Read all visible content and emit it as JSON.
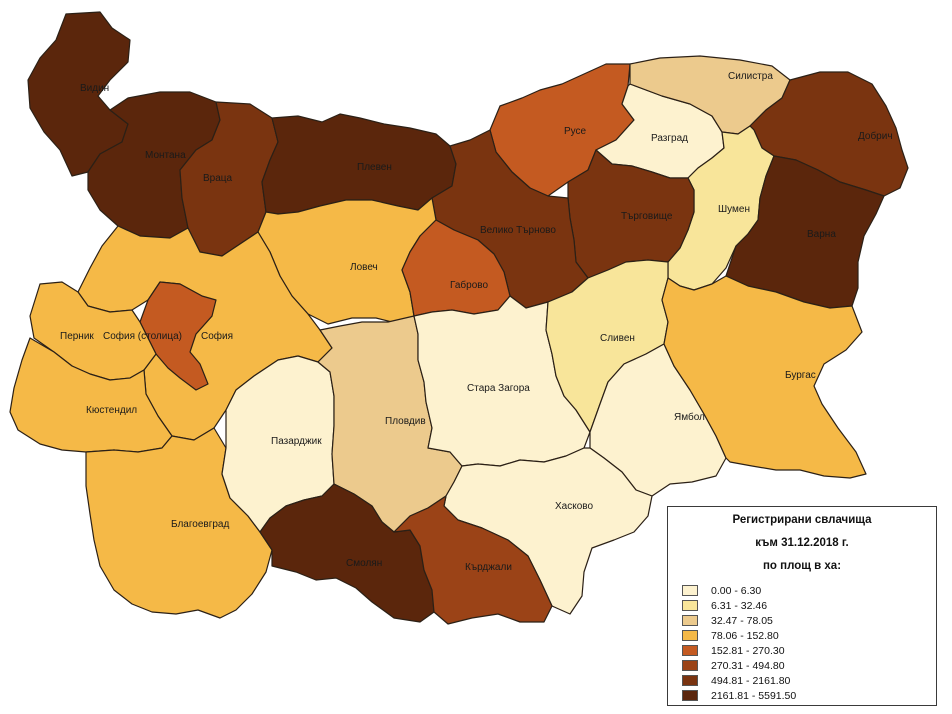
{
  "legend": {
    "title_lines": [
      "Регистрирани свлачища",
      "към 31.12.2018 г.",
      "по площ в ха:"
    ],
    "classes": [
      {
        "label": "0.00 - 6.30",
        "color": "#fdf2cf"
      },
      {
        "label": "6.31 - 32.46",
        "color": "#f8e59a"
      },
      {
        "label": "32.47 - 78.05",
        "color": "#ecca8d"
      },
      {
        "label": "78.06 - 152.80",
        "color": "#f5b947"
      },
      {
        "label": "152.81 - 270.30",
        "color": "#c45a21"
      },
      {
        "label": "270.31 - 494.80",
        "color": "#9b4317"
      },
      {
        "label": "494.81 - 2161.80",
        "color": "#7a3410"
      },
      {
        "label": "2161.81 - 5591.50",
        "color": "#5b260c"
      }
    ]
  },
  "regions": [
    {
      "name": "Видин",
      "class": 7
    },
    {
      "name": "Монтана",
      "class": 7
    },
    {
      "name": "Враца",
      "class": 6
    },
    {
      "name": "Плевен",
      "class": 7
    },
    {
      "name": "Русе",
      "class": 4
    },
    {
      "name": "Разград",
      "class": 0
    },
    {
      "name": "Силистра",
      "class": 2
    },
    {
      "name": "Добрич",
      "class": 6
    },
    {
      "name": "Шумен",
      "class": 1
    },
    {
      "name": "Търговище",
      "class": 6
    },
    {
      "name": "Велико Търново",
      "class": 6
    },
    {
      "name": "Ловеч",
      "class": 3
    },
    {
      "name": "Габрово",
      "class": 4
    },
    {
      "name": "Варна",
      "class": 7
    },
    {
      "name": "София",
      "class": 3
    },
    {
      "name": "София (столица)",
      "class": 4
    },
    {
      "name": "Перник",
      "class": 3
    },
    {
      "name": "Кюстендил",
      "class": 3
    },
    {
      "name": "Благоевград",
      "class": 3
    },
    {
      "name": "Пазарджик",
      "class": 0
    },
    {
      "name": "Пловдив",
      "class": 2
    },
    {
      "name": "Стара Загора",
      "class": 0
    },
    {
      "name": "Сливен",
      "class": 1
    },
    {
      "name": "Ямбол",
      "class": 0
    },
    {
      "name": "Бургас",
      "class": 3
    },
    {
      "name": "Хасково",
      "class": 0
    },
    {
      "name": "Смолян",
      "class": 7
    },
    {
      "name": "Кърджали",
      "class": 5
    }
  ]
}
